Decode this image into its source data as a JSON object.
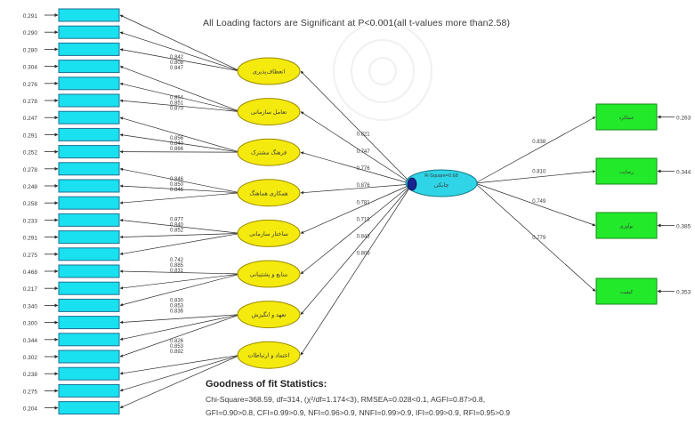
{
  "title": "All Loading factors are Significant at P<0.001(all t-values more than2.58)",
  "indicators": [
    {
      "error": "0.291",
      "label": ""
    },
    {
      "error": "0.290",
      "label": ""
    },
    {
      "error": "0.280",
      "label": ""
    },
    {
      "error": "0.304",
      "label": ""
    },
    {
      "error": "0.276",
      "label": ""
    },
    {
      "error": "0.278",
      "label": ""
    },
    {
      "error": "0.247",
      "label": ""
    },
    {
      "error": "0.291",
      "label": ""
    },
    {
      "error": "0.252",
      "label": ""
    },
    {
      "error": "0.278",
      "label": ""
    },
    {
      "error": "0.248",
      "label": ""
    },
    {
      "error": "0.258",
      "label": ""
    },
    {
      "error": "0.233",
      "label": ""
    },
    {
      "error": "0.291",
      "label": ""
    },
    {
      "error": "0.275",
      "label": ""
    },
    {
      "error": "0.468",
      "label": ""
    },
    {
      "error": "0.217",
      "label": ""
    },
    {
      "error": "0.340",
      "label": ""
    },
    {
      "error": "0.300",
      "label": ""
    },
    {
      "error": "0.344",
      "label": ""
    },
    {
      "error": "0.302",
      "label": ""
    },
    {
      "error": "0.238",
      "label": ""
    },
    {
      "error": "0.275",
      "label": ""
    },
    {
      "error": "0.204",
      "label": ""
    }
  ],
  "first_order_factors": [
    {
      "label": "انعطاف‌پذیری",
      "loadings": [
        "0.842",
        "0.808",
        "0.847"
      ],
      "to_central": "0.821"
    },
    {
      "label": "تعامل سازمانی",
      "loadings": [
        "0.854",
        "0.851",
        "0.870"
      ],
      "to_central": "0.747"
    },
    {
      "label": "فرهنگ مشترک",
      "loadings": [
        "0.856",
        "0.840",
        "0.866"
      ],
      "to_central": "0.776"
    },
    {
      "label": "همکاری هماهنگ",
      "loadings": [
        "0.846",
        "0.850",
        "0.846"
      ],
      "to_central": "0.876"
    },
    {
      "label": "ساختار سازمانی",
      "loadings": [
        "0.877",
        "0.840",
        "0.852"
      ],
      "to_central": "0.781"
    },
    {
      "label": "منابع و پشتیبانی",
      "loadings": [
        "0.742",
        "0.885",
        "0.831"
      ],
      "to_central": "0.718"
    },
    {
      "label": "تعهد و انگیزش",
      "loadings": [
        "0.830",
        "0.853",
        "0.836"
      ],
      "to_central": "0.843"
    },
    {
      "label": "اعتماد و ارتباطات",
      "loadings": [
        "0.826",
        "0.853",
        "0.892"
      ],
      "to_central": "0.806"
    }
  ],
  "central_factor": {
    "caption": "R-Square=0.68",
    "label": "چابکی"
  },
  "outcomes": [
    {
      "path": "0.838",
      "error": "0.263",
      "label": "عملکرد"
    },
    {
      "path": "0.810",
      "error": "0.344",
      "label": "رضایت"
    },
    {
      "path": "0.749",
      "error": "0.385",
      "label": "نوآوری"
    },
    {
      "path": "0.779",
      "error": "0.353",
      "label": "کیفیت"
    }
  ],
  "fit": {
    "heading": "Goodness of fit Statistics:",
    "line1": "Chi-Square=368.59,   df=314,  (χ²/df=1.174<3),   RMSEA=0.028<0.1,  AGFI=0.87>0.8,",
    "line2": "GFI=0.90>0.8,  CFI=0.99>0.9,  NFI=0.96>0.9,  NNFI=0.99>0.9,  IFI=0.99>0.9,  RFI=0.95>0.9"
  },
  "colors": {
    "indicator_fill": "#19e1ef",
    "indicator_stroke": "#1e6f93",
    "factor_fill": "#f4ea0e",
    "factor_stroke": "#9a8a00",
    "central_fill": "#2fd5e6",
    "outcome_fill": "#22ea2a",
    "outcome_stroke": "#138a16",
    "line": "#2a2a2a",
    "text": "#3a3a3a"
  }
}
